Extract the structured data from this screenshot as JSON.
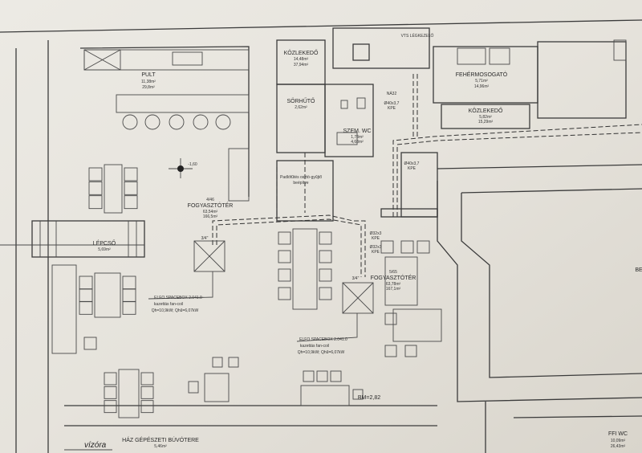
{
  "rooms": {
    "pult": {
      "name": "PULT",
      "area1": "11,38m²",
      "area2": "29,8m²"
    },
    "kozlekedo1": {
      "name": "KÖZLEKEDŐ",
      "area1": "14,48m²",
      "area2": "37,94m²"
    },
    "sorhuto": {
      "name": "SÖRHŰTŐ",
      "area1": "2,62m²"
    },
    "szem_wc": {
      "name": "SZEM. WC",
      "area1": "1,78m²",
      "area2": "4,68m²"
    },
    "vts": {
      "name": "VTS LÉGKEZELŐ"
    },
    "fehermosogato": {
      "name": "FEHÉRMOSOGATÓ",
      "area1": "5,71m²",
      "area2": "14,96m²"
    },
    "kozlekedo2": {
      "name": "KÖZLEKEDŐ",
      "area1": "5,82m²",
      "area2": "15,29m²"
    },
    "fogyaszto1": {
      "code": "4/46",
      "name": "FOGYASZTÓTÉR",
      "area1": "63,54m²",
      "area2": "166,5m²"
    },
    "fogyaszto2": {
      "code": "5/65",
      "name": "FOGYASZTÓTÉR",
      "area1": "63,78m²",
      "area2": "167,1m²"
    },
    "lepcso": {
      "name": "LÉPCSŐ",
      "area1": "5,69m²"
    },
    "haz_gepeszeti": {
      "name": "HÁZ GÉPÉSZETI BÚVÓTERE",
      "area1": "5,46m²"
    },
    "ffi_wc": {
      "name": "FFI WC",
      "area1": "10,09m²",
      "area2": "26,43m²"
    }
  },
  "annotations": {
    "level": "-1,60",
    "ceiling_height": "BM=2,82",
    "vizora": "vízóra",
    "padlofutes": [
      "Padlófűtés osztó-gyűjtő",
      "beépítve"
    ],
    "pipe_na32": "NÁ32",
    "pipe_kpe1": [
      "Ø40x3,7",
      "KPE"
    ],
    "pipe_kpe2": [
      "Ø40x3,7",
      "KPE"
    ],
    "pipe_kpe3": [
      "Ø32x3",
      "KPE"
    ],
    "pipe_kpe4": [
      "Ø32x3",
      "KPE"
    ],
    "size_34_1": "3/4\"",
    "size_34_2": "3/4\"",
    "fancoil1": [
      "ELFO SPACEBOX 2.041.0",
      "kazettás fan-coil",
      "Qh=10,9kW; Qhű=6,07kW"
    ],
    "fancoil2": [
      "ELFO SPACEBOX 2.041.0",
      "kazettás fan-coil",
      "Qh=10,9kW; Qhű=6,07kW"
    ],
    "edge_label": "BE"
  }
}
